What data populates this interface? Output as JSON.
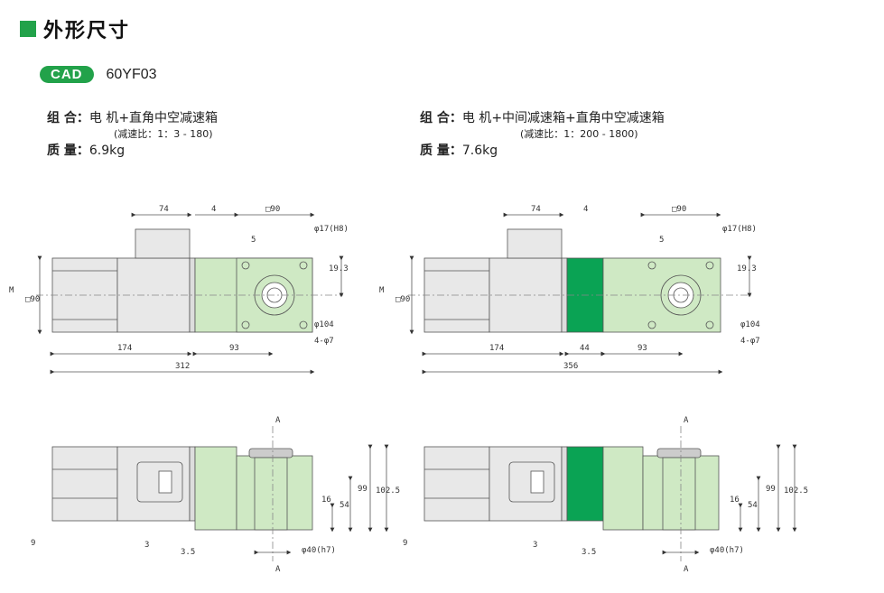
{
  "page_title": "外形尺寸",
  "cad": {
    "badge": "CAD",
    "model": "60YF03"
  },
  "left_spec": {
    "combo_label": "组 合：",
    "combo_value": "电 机+直角中空减速箱",
    "ratio": "(减速比：1：3 - 180)",
    "mass_label": "质 量：",
    "mass_value": "6.9kg"
  },
  "right_spec": {
    "combo_label": "组 合：",
    "combo_value": "电 机+中间减速箱+直角中空减速箱",
    "ratio": "(减速比：1：200 - 1800)",
    "mass_label": "质 量：",
    "mass_value": "7.6kg"
  },
  "dims": {
    "d74": "74",
    "d4": "4",
    "sq90": "□90",
    "bore": "φ17(H8)",
    "key": "5",
    "h193": "19.3",
    "motor_sq": "□90",
    "m": "M",
    "d104": "φ104",
    "holes": "4-φ7",
    "d174": "174",
    "d93": "93",
    "d44": "44",
    "total_left": "312",
    "total_right": "356",
    "secA": "A",
    "d16": "16",
    "d54": "54",
    "d99": "99",
    "d1025": "102.5",
    "d9": "9",
    "d3": "3",
    "d35": "3.5",
    "shaft": "φ40(h7)"
  },
  "colors": {
    "accent": "#22a24a",
    "gearbox_light": "#cfe9c4",
    "gearbox_dark": "#0aa354",
    "motor": "#e8e8e8"
  }
}
